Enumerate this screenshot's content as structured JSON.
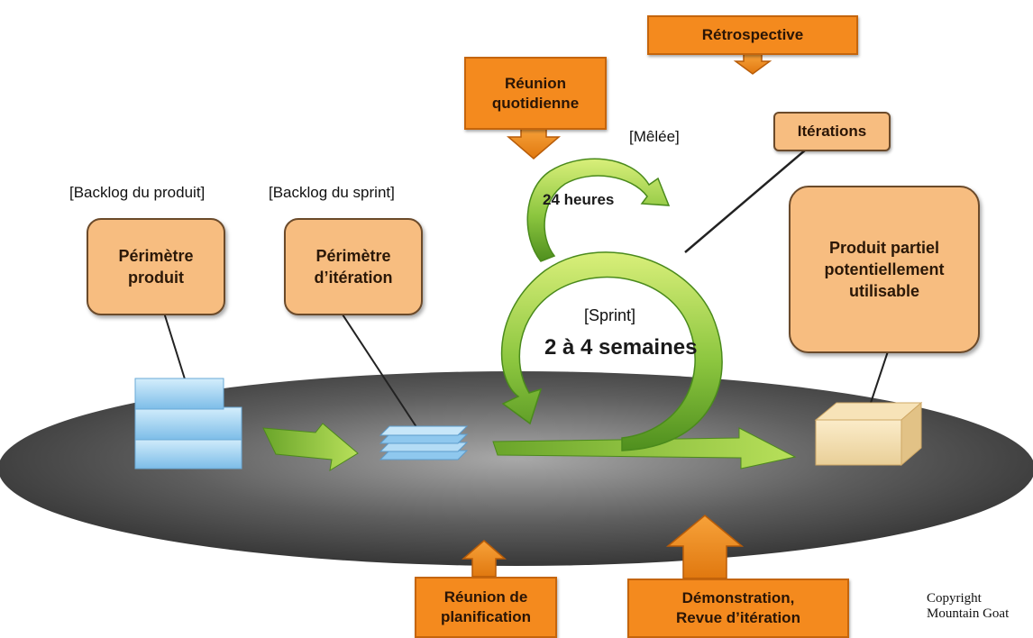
{
  "labels": {
    "retrospective": "Rétrospective",
    "daily_meeting": [
      "Réunion",
      "quotidienne"
    ],
    "melee": "[Mêlée]",
    "twentyfour_hours": "24 heures",
    "iterations": "Itérations",
    "backlog_product": "[Backlog du produit]",
    "backlog_sprint": "[Backlog du sprint]",
    "perimeter_product": [
      "Périmètre",
      "produit"
    ],
    "perimeter_iteration": [
      "Périmètre",
      "d’itération"
    ],
    "sprint": "[Sprint]",
    "sprint_duration": "2 à 4 semaines",
    "partial_product": [
      "Produit partiel",
      "potentiellement",
      "utilisable"
    ],
    "planning_meeting": [
      "Réunion de",
      "planification"
    ],
    "demo_review": [
      "Démonstration,",
      "Revue d’itération"
    ],
    "copyright": [
      "Copyright",
      "Mountain Goat"
    ]
  },
  "colors": {
    "orange_fill": "#f48a1e",
    "tan_fill": "#f7bd80",
    "green_arrow": "#8cc63f",
    "ellipse": "#4f4f4f",
    "blue_blocks": "#9fd0f0",
    "box_tan": "#f3dcb2"
  }
}
